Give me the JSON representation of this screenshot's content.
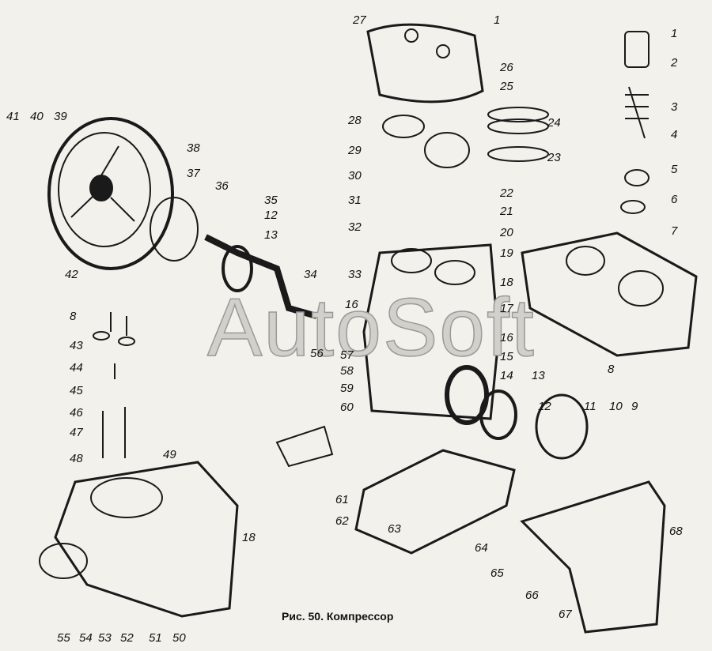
{
  "figure": {
    "caption": "Рис. 50. Компрессор",
    "watermark": "AutoSoft",
    "callouts": [
      "27",
      "1",
      "26",
      "25",
      "28",
      "29",
      "30",
      "31",
      "32",
      "24",
      "23",
      "22",
      "21",
      "20",
      "19",
      "33",
      "18",
      "17",
      "16",
      "16",
      "15",
      "14",
      "13",
      "56",
      "57",
      "58",
      "59",
      "60",
      "1",
      "2",
      "3",
      "4",
      "5",
      "6",
      "7",
      "8",
      "12",
      "11",
      "10",
      "9",
      "41",
      "40",
      "39",
      "38",
      "37",
      "36",
      "35",
      "12",
      "13",
      "34",
      "42",
      "8",
      "43",
      "44",
      "45",
      "46",
      "47",
      "48",
      "49",
      "18",
      "55",
      "54",
      "53",
      "52",
      "51",
      "50",
      "61",
      "62",
      "63",
      "64",
      "65",
      "66",
      "67",
      "68"
    ]
  }
}
